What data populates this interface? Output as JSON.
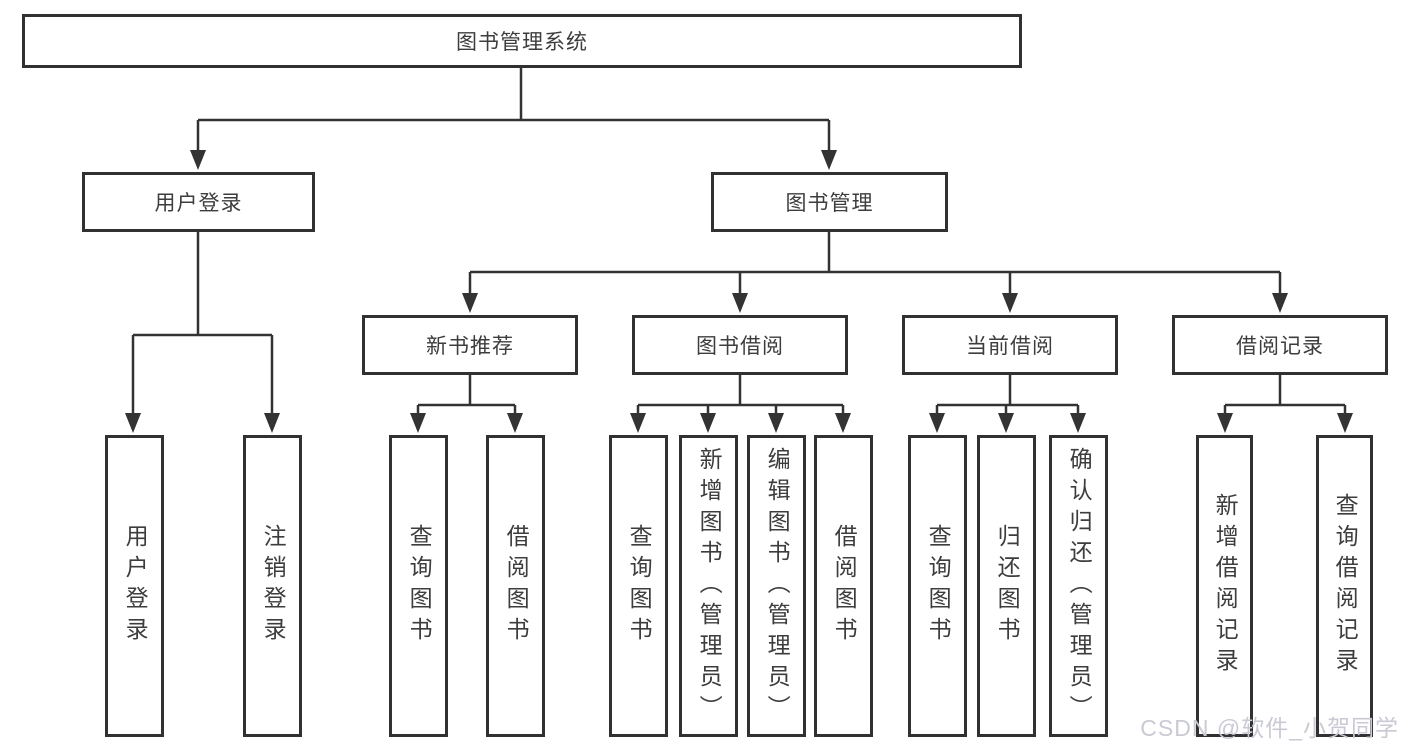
{
  "colors": {
    "line": "#333333",
    "box_border": "#313131",
    "text": "#3d3d3d",
    "background": "#ffffff",
    "watermark": "#c9cad4"
  },
  "watermark": "CSDN @软件_小贺同学",
  "nodes": {
    "root": {
      "label": "图书管理系统"
    },
    "level2": [
      {
        "label": "用户登录"
      },
      {
        "label": "图书管理"
      }
    ],
    "level3": [
      {
        "label": "新书推荐"
      },
      {
        "label": "图书借阅"
      },
      {
        "label": "当前借阅"
      },
      {
        "label": "借阅记录"
      }
    ],
    "leaves": {
      "login": [
        {
          "label": "用户登录"
        },
        {
          "label": "注销登录"
        }
      ],
      "recommend": [
        {
          "label": "查询图书"
        },
        {
          "label": "借阅图书"
        }
      ],
      "borrow": [
        {
          "label": "查询图书"
        },
        {
          "label": "新增图书（管理员）"
        },
        {
          "label": "编辑图书（管理员）"
        },
        {
          "label": "借阅图书"
        }
      ],
      "current": [
        {
          "label": "查询图书"
        },
        {
          "label": "归还图书"
        },
        {
          "label": "确认归还（管理员）"
        }
      ],
      "record": [
        {
          "label": "新增借阅记录"
        },
        {
          "label": "查询借阅记录"
        }
      ]
    }
  }
}
